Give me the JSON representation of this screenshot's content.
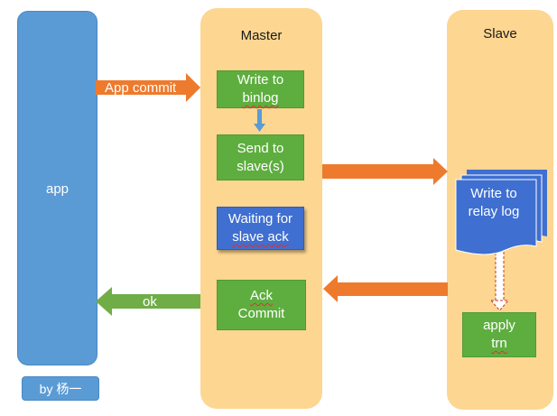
{
  "app_lane": {
    "label": "app",
    "color": "#5b9bd5"
  },
  "credit": {
    "text": "by 杨一",
    "color": "#5b9bd5"
  },
  "master_lane": {
    "title": "Master",
    "color": "#fdd691"
  },
  "slave_lane": {
    "title": "Slave",
    "color": "#fdd691"
  },
  "master_steps": {
    "write_binlog": {
      "line1": "Write to",
      "line2": "binlog"
    },
    "send_slaves": {
      "line1": "Send to",
      "line2": "slave(s)"
    },
    "waiting_ack": {
      "line1": "Waiting for",
      "line2": "slave ack"
    },
    "ack_commit": {
      "line1": "Ack",
      "line2": "Commit"
    }
  },
  "slave_steps": {
    "relay_log": {
      "line1": "Write to",
      "line2": "relay log"
    },
    "apply_trn": {
      "line1": "apply",
      "line2": "trn"
    }
  },
  "arrows": {
    "app_commit": "App commit",
    "ok": "ok"
  },
  "colors": {
    "step_green": "#5eae3f",
    "step_blue": "#3f6fd0",
    "arrow_orange": "#ee7a2d",
    "arrow_green": "#70ad47",
    "connector_blue": "#5b9bd5"
  }
}
